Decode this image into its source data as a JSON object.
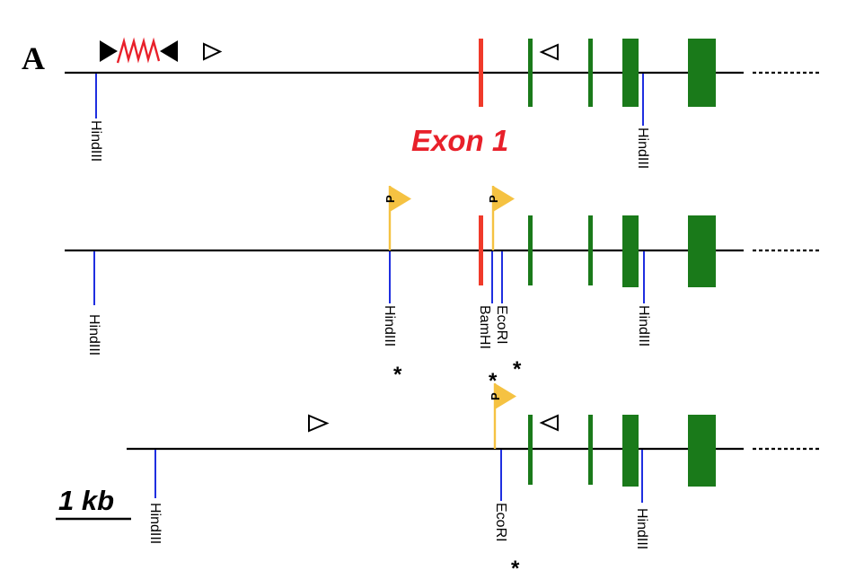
{
  "panel_label": "A",
  "exon_label": "Exon 1",
  "scale_label": "1 kb",
  "colors": {
    "line": "#000000",
    "exon1": "#f03a2a",
    "exon": "#1a7a1a",
    "site": "#1f2fe0",
    "promoter": "#f5c242",
    "stemloop": "#e8202a"
  },
  "icons": {
    "promoter": "flag-icon",
    "primer": "open-triangle-icon",
    "inverted_repeat": "filled-triangle-icon",
    "stem_loop": "zigzag-icon"
  },
  "sites": {
    "t1_hind_left": "HindIII",
    "t1_hind_right": "HindIII",
    "t2_hind_left": "HindIII",
    "t2_hind_mid": "HindIII",
    "t2_bam": "BamHI",
    "t2_eco": "EcoRI",
    "t2_hind_right": "HindIII",
    "t3_hind_left": "HindIII",
    "t3_eco": "EcoRI",
    "t3_hind_right": "HindIII"
  },
  "promoter_letter": "P",
  "asterisk": "*"
}
